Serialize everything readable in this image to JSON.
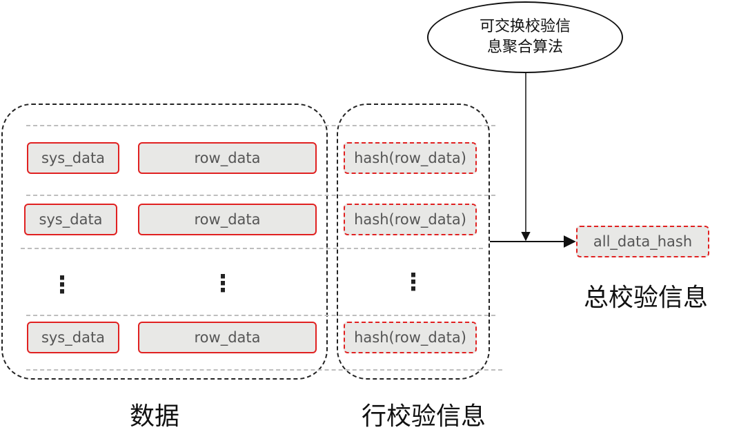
{
  "data_group": {
    "caption": "数据",
    "rows": [
      {
        "sys": "sys_data",
        "row": "row_data"
      },
      {
        "sys": "sys_data",
        "row": "row_data"
      },
      {
        "sys": "sys_data",
        "row": "row_data"
      }
    ],
    "ellipsis": "⋮"
  },
  "checksum_group": {
    "caption": "行校验信息",
    "rows": [
      {
        "hash": "hash(row_data)"
      },
      {
        "hash": "hash(row_data)"
      },
      {
        "hash": "hash(row_data)"
      }
    ],
    "ellipsis": "⋮"
  },
  "algorithm": {
    "line1": "可交换校验信",
    "line2": "息聚合算法"
  },
  "total": {
    "box_label": "all_data_hash",
    "caption": "总校验信息"
  },
  "colors": {
    "box_border": "#e02020",
    "box_fill": "#e8e8e6",
    "box_text": "#555555",
    "group_border": "#222222",
    "separator": "#bdbdbd"
  }
}
